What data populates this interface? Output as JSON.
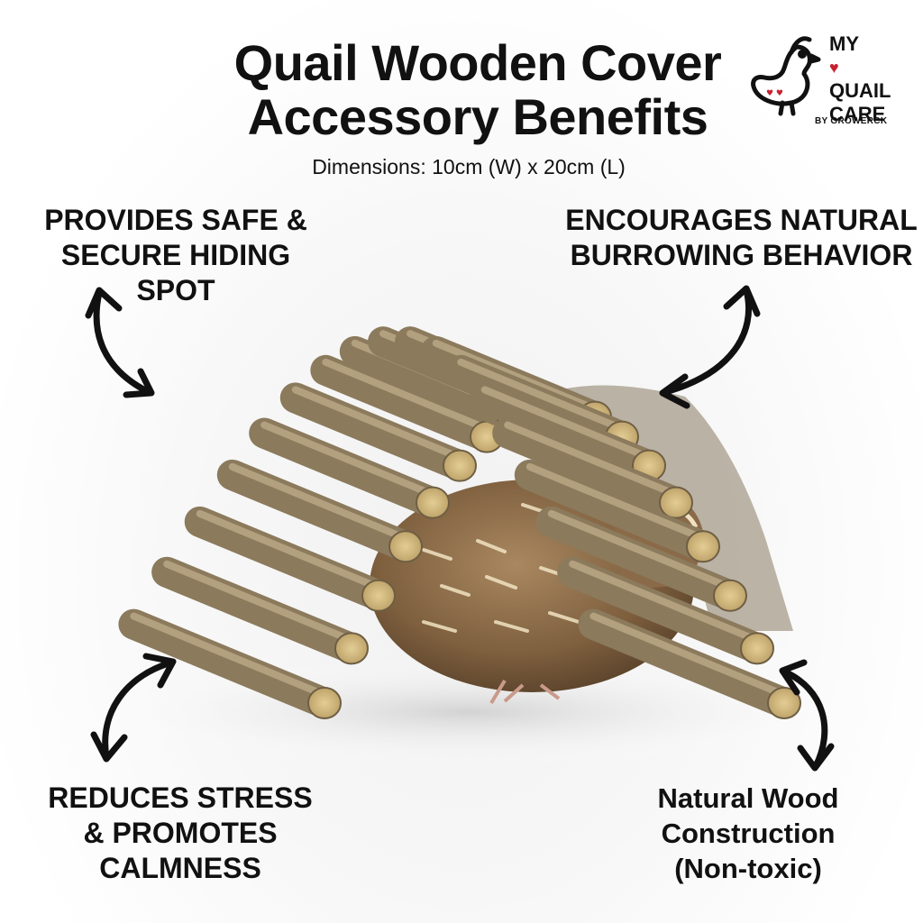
{
  "header": {
    "title_line1": "Quail Wooden Cover",
    "title_line2": "Accessory Benefits",
    "dimensions": "Dimensions: 10cm (W) x 20cm (L)"
  },
  "logo": {
    "line1": "MY",
    "line2": "QUAIL",
    "line3": "CARE",
    "byline": "BY GROWERCK",
    "heart_color": "#c8202e"
  },
  "benefits": {
    "top_left": [
      "PROVIDES SAFE &",
      "SECURE HIDING SPOT"
    ],
    "top_right": [
      "ENCOURAGES NATURAL",
      "BURROWING BEHAVIOR"
    ],
    "bottom_left": [
      "REDUCES STRESS",
      "& PROMOTES",
      "CALMNESS"
    ],
    "bottom_right": [
      "Natural Wood",
      "Construction",
      "(Non-toxic)"
    ]
  },
  "icons": {
    "logo_bird": "quail-outline-icon",
    "arrows": "double-headed-curved-arrow-icon"
  },
  "colors": {
    "wood": "#9a8a6c",
    "wood_end": "#d8c28c",
    "quail": "#8a6a48"
  }
}
